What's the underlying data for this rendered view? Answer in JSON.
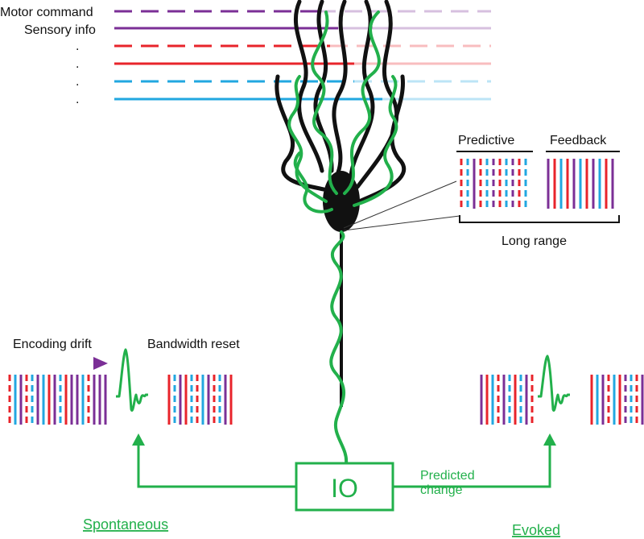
{
  "inputs": {
    "motor_command": "Motor command",
    "sensory_info": "Sensory info",
    "ellipsis": "."
  },
  "inset": {
    "predictive": "Predictive",
    "feedback": "Feedback",
    "long_range": "Long range"
  },
  "drift": {
    "encoding_drift": "Encoding drift",
    "bandwidth_reset": "Bandwidth reset"
  },
  "olive": {
    "io_label": "IO",
    "predicted_change_line1": "Predicted",
    "predicted_change_line2": "change",
    "spontaneous": "Spontaneous",
    "evoked": "Evoked"
  },
  "colors": {
    "purple": "#7b2f96",
    "red": "#e8242b",
    "cyan": "#22a7e0",
    "green": "#22b04b",
    "black": "#111111"
  },
  "code_patterns": {
    "predictive": [
      [
        "red",
        1
      ],
      [
        "cyan",
        1
      ],
      [
        "purple",
        0
      ],
      [
        "red",
        1
      ],
      [
        "cyan",
        1
      ],
      [
        "purple",
        1
      ],
      [
        "red",
        1
      ],
      [
        "cyan",
        1
      ],
      [
        "purple",
        1
      ],
      [
        "red",
        1
      ],
      [
        "cyan",
        1
      ]
    ],
    "feedback": [
      [
        "purple",
        0
      ],
      [
        "red",
        0
      ],
      [
        "cyan",
        0
      ],
      [
        "red",
        0
      ],
      [
        "purple",
        0
      ],
      [
        "cyan",
        0
      ],
      [
        "red",
        0
      ],
      [
        "purple",
        0
      ],
      [
        "cyan",
        0
      ],
      [
        "red",
        0
      ],
      [
        "purple",
        0
      ]
    ],
    "drift": [
      [
        "red",
        1
      ],
      [
        "cyan",
        0
      ],
      [
        "purple",
        0
      ],
      [
        "red",
        1
      ],
      [
        "cyan",
        1
      ],
      [
        "purple",
        0
      ],
      [
        "cyan",
        0
      ],
      [
        "red",
        0
      ],
      [
        "purple",
        0
      ],
      [
        "cyan",
        1
      ],
      [
        "red",
        0
      ],
      [
        "purple",
        0
      ],
      [
        "purple",
        0
      ],
      [
        "cyan",
        0
      ],
      [
        "red",
        1
      ],
      [
        "purple",
        0
      ],
      [
        "purple",
        0
      ],
      [
        "purple",
        0
      ]
    ],
    "reset": [
      [
        "red",
        0
      ],
      [
        "cyan",
        1
      ],
      [
        "purple",
        0
      ],
      [
        "red",
        0
      ],
      [
        "cyan",
        1
      ],
      [
        "red",
        1
      ],
      [
        "cyan",
        0
      ],
      [
        "purple",
        0
      ],
      [
        "red",
        1
      ],
      [
        "cyan",
        1
      ],
      [
        "purple",
        0
      ],
      [
        "red",
        0
      ]
    ],
    "evoked_before": [
      [
        "purple",
        0
      ],
      [
        "red",
        0
      ],
      [
        "cyan",
        0
      ],
      [
        "red",
        1
      ],
      [
        "purple",
        0
      ],
      [
        "cyan",
        1
      ],
      [
        "red",
        0
      ],
      [
        "cyan",
        1
      ],
      [
        "purple",
        0
      ],
      [
        "red",
        1
      ]
    ],
    "evoked_after": [
      [
        "red",
        0
      ],
      [
        "cyan",
        0
      ],
      [
        "purple",
        0
      ],
      [
        "red",
        1
      ],
      [
        "cyan",
        0
      ],
      [
        "red",
        0
      ],
      [
        "purple",
        1
      ],
      [
        "cyan",
        1
      ],
      [
        "red",
        1
      ],
      [
        "purple",
        0
      ],
      [
        "cyan",
        1
      ],
      [
        "red",
        0
      ],
      [
        "cyan",
        0
      ],
      [
        "purple",
        0
      ]
    ]
  }
}
